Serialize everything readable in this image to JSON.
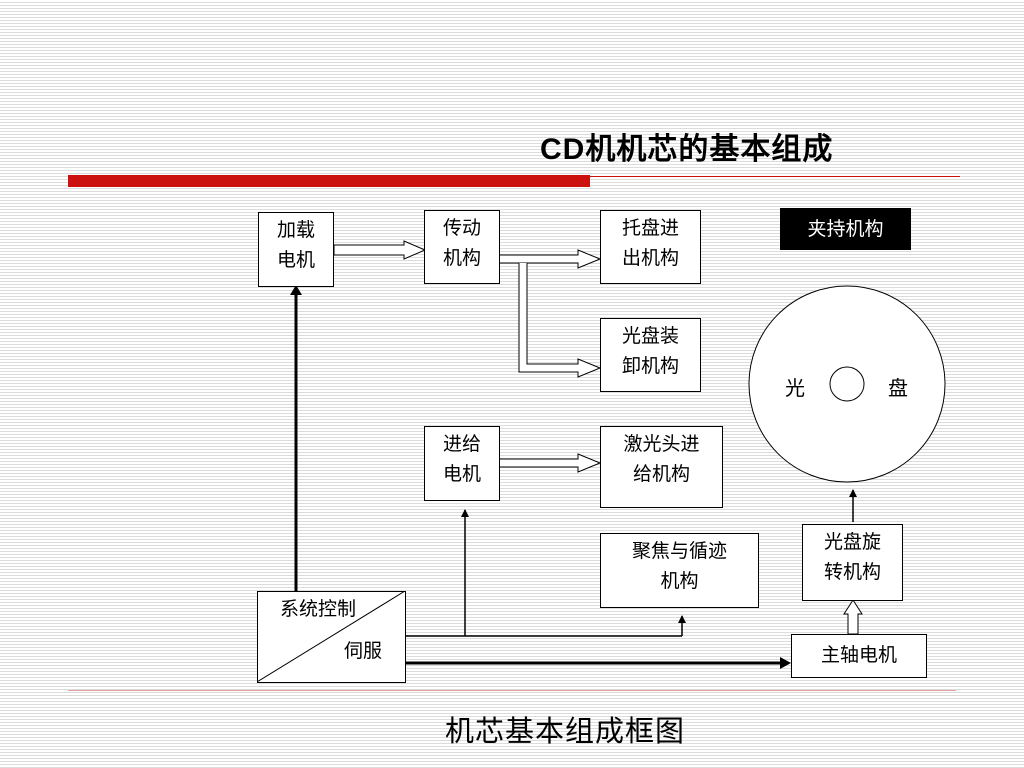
{
  "slide": {
    "title_latin": "CD",
    "title_rest": "机机芯的基本组成",
    "caption": "机芯基本组成框图"
  },
  "colors": {
    "accent_red": "#cc1111"
  },
  "diagram": {
    "nodes": {
      "load_motor": "加载\n电机",
      "transmission": "传动\n机构",
      "tray": "托盘进\n出机构",
      "disc_load": "光盘装\n卸机构",
      "feed_motor": "进给\n电机",
      "laser_feed": "激光头进\n给机构",
      "focus_track": "聚焦与循迹\n机构",
      "disc_rotate": "光盘旋\n转机构",
      "spindle_motor": "主轴电机",
      "clamp": "夹持机构",
      "servo_top": "系统控制",
      "servo_bottom": "伺服",
      "disc_left": "光",
      "disc_right": "盘"
    }
  }
}
